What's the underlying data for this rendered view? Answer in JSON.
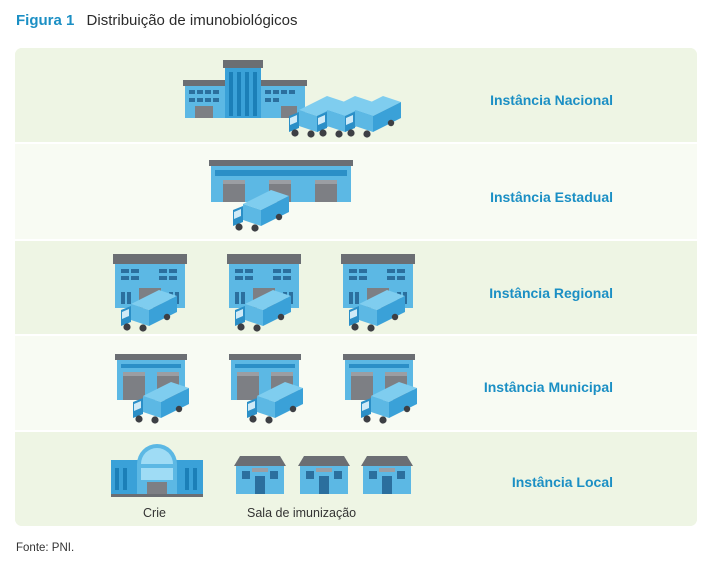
{
  "figure": {
    "number": "Figura 1",
    "title": "Distribuição de imunobiológicos"
  },
  "levels": [
    {
      "label": "Instância Nacional"
    },
    {
      "label": "Instância Estadual"
    },
    {
      "label": "Instância Regional"
    },
    {
      "label": "Instância Municipal"
    },
    {
      "label": "Instância Local"
    }
  ],
  "captions": {
    "crie": "Crie",
    "sala": "Sala de imunização"
  },
  "source": "Fonte: PNI.",
  "colors": {
    "accent": "#1b8fc4",
    "building": "#5cb8e4",
    "building_dark": "#2b8fc7",
    "roof": "#6b6e73",
    "panel_light": "#eef5e4",
    "panel_lighter": "#f8fbf3"
  }
}
